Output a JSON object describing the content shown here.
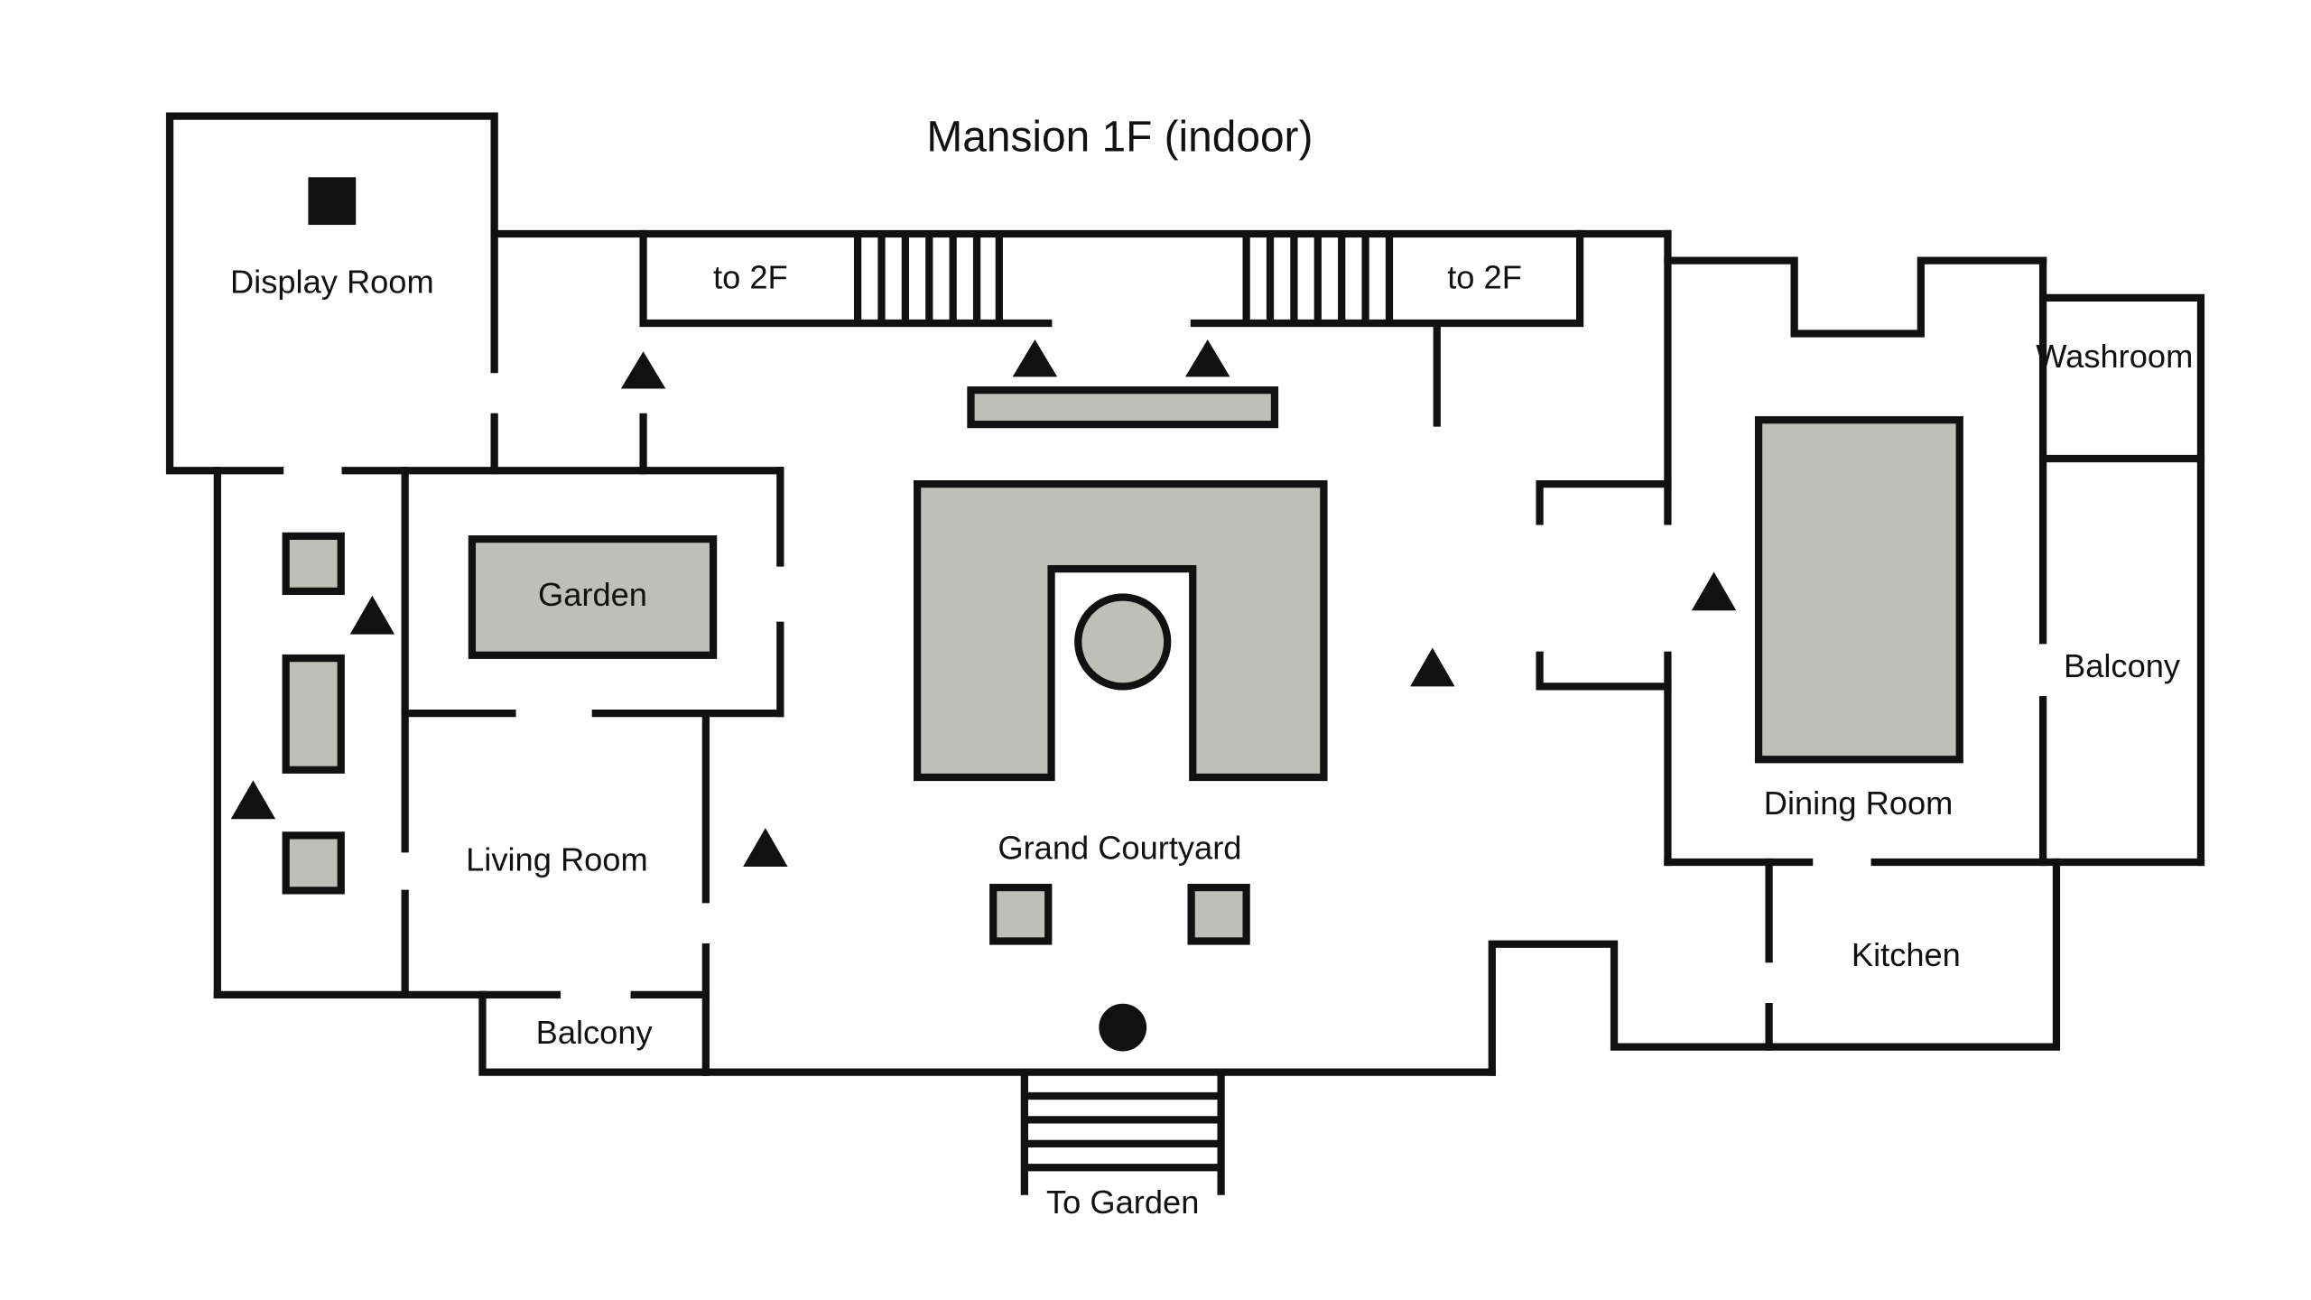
{
  "title": "Mansion 1F (indoor)",
  "rooms": {
    "display_room": "Display Room",
    "garden_inner": "Garden",
    "living_room": "Living Room",
    "balcony_left": "Balcony",
    "grand_courtyard": "Grand Courtyard",
    "dining_room": "Dining Room",
    "washroom": "Washroom",
    "balcony_right": "Balcony",
    "kitchen": "Kitchen",
    "stairs_left": "to 2F",
    "stairs_right": "to 2F",
    "exit_garden": "To Garden"
  },
  "colors": {
    "wall": "#111111",
    "furniture": "#bfbfba",
    "marker": "#111111",
    "background": "#ffffff"
  },
  "legend_icons": [
    "triangle-marker-icon",
    "square-marker-icon",
    "circle-marker-icon"
  ]
}
